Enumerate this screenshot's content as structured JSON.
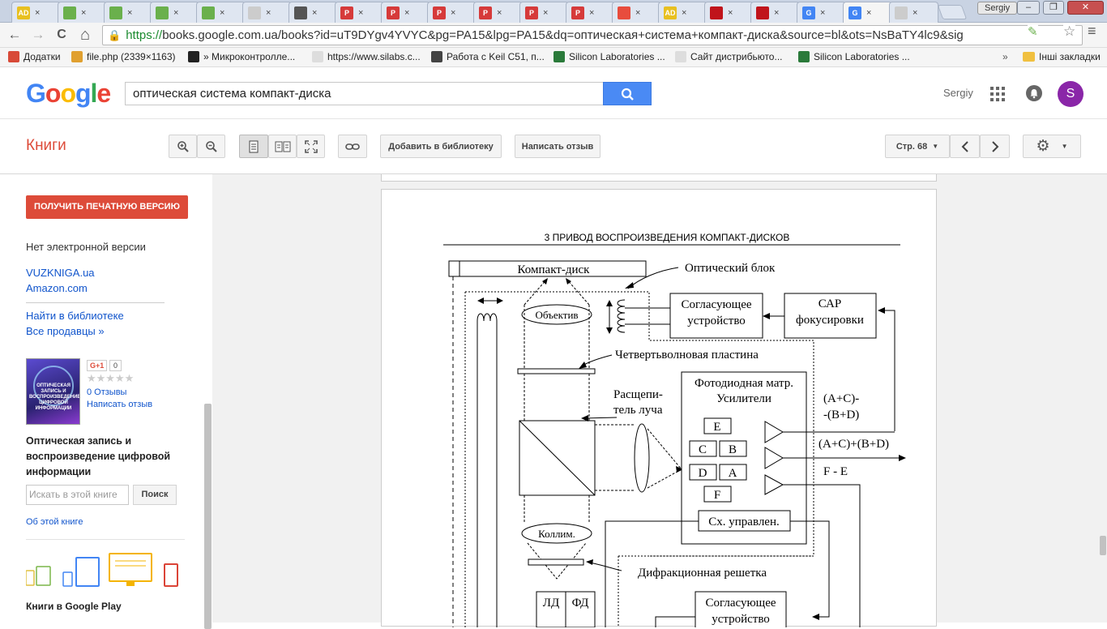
{
  "tabs": [
    {
      "icon": "ad-icon",
      "label": "AD",
      "color": "#e8c020"
    },
    {
      "icon": "document-green-icon",
      "label": "",
      "color": "#6ab04c"
    },
    {
      "icon": "document-green-icon",
      "label": "",
      "color": "#6ab04c"
    },
    {
      "icon": "document-green-icon",
      "label": "",
      "color": "#6ab04c"
    },
    {
      "icon": "document-green-icon",
      "label": "",
      "color": "#6ab04c"
    },
    {
      "icon": "blank-page-icon",
      "label": "",
      "color": "#cccccc"
    },
    {
      "icon": "gear-circle-icon",
      "label": "",
      "color": "#555555"
    },
    {
      "icon": "p-red-icon",
      "label": "P",
      "color": "#d63a3a"
    },
    {
      "icon": "p-red-icon",
      "label": "P",
      "color": "#d63a3a"
    },
    {
      "icon": "p-red-icon",
      "label": "P",
      "color": "#d63a3a"
    },
    {
      "icon": "p-red-icon",
      "label": "P",
      "color": "#d63a3a"
    },
    {
      "icon": "p-red-icon",
      "label": "P",
      "color": "#d63a3a"
    },
    {
      "icon": "p-red-icon",
      "label": "P",
      "color": "#d63a3a"
    },
    {
      "icon": "color-circle-icon",
      "label": "",
      "color": "#e84c3d"
    },
    {
      "icon": "ad-icon",
      "label": "AD",
      "color": "#e8c020"
    },
    {
      "icon": "red-dot-icon",
      "label": "",
      "color": "#c0141b"
    },
    {
      "icon": "red-dot-icon",
      "label": "",
      "color": "#c0141b"
    },
    {
      "icon": "google-g-icon",
      "label": "G",
      "color": "#4285f4"
    },
    {
      "icon": "google-g-icon",
      "label": "G",
      "color": "#4285f4",
      "active": true
    },
    {
      "icon": "blank-page-icon",
      "label": "",
      "color": "#cccccc"
    }
  ],
  "tab_close": "×",
  "profile_name": "Sergiy",
  "window_buttons": {
    "minimize": "–",
    "restore": "❐",
    "close": "✕"
  },
  "toolbar": {
    "back": "←",
    "forward": "→",
    "reload": "C",
    "home": "⌂",
    "url_scheme": "https://",
    "url_rest": "books.google.com.ua/books?id=uT9DYgv4YVYC&pg=PA15&lpg=PA15&dq=оптическая+система+компакт-диска&source=bl&ots=NsBaTY4lc9&sig",
    "star": "☆",
    "menu": "≡"
  },
  "bookmarks": [
    {
      "label": "Додатки",
      "icon": "apps-grid-icon",
      "color": "#d84a38"
    },
    {
      "label": "file.php (2339×1163)",
      "icon": "cat-icon",
      "color": "#e0a030"
    },
    {
      "label": "» Микроконтролле...",
      "icon": "ub-icon",
      "color": "#222222"
    },
    {
      "label": "https://www.silabs.c...",
      "icon": "blank-page-icon",
      "color": "#dddddd"
    },
    {
      "label": "Работа с Keil C51, п...",
      "icon": "keil-icon",
      "color": "#444444"
    },
    {
      "label": "Silicon Laboratories ...",
      "icon": "silabs-icon",
      "color": "#2a7a3a"
    },
    {
      "label": "Сайт дистрибьюто...",
      "icon": "blank-page-icon",
      "color": "#dddddd"
    },
    {
      "label": "Silicon Laboratories ...",
      "icon": "silabs-icon",
      "color": "#2a7a3a"
    }
  ],
  "bookmarks_more": "»",
  "other_bookmarks": "Інші закладки",
  "google": {
    "logo": [
      "G",
      "o",
      "o",
      "g",
      "l",
      "e"
    ],
    "logo_colors": [
      "#4285f4",
      "#ea4335",
      "#fbbc05",
      "#4285f4",
      "#34a853",
      "#ea4335"
    ],
    "query": "оптическая система компакт-диска",
    "user": "Sergiy",
    "avatar": "S"
  },
  "books_bar": {
    "title": "Книги",
    "add_library": "Добавить в библиотеку",
    "write_review": "Написать отзыв",
    "page": "Стр. 68"
  },
  "sidebar": {
    "get_print": "ПОЛУЧИТЬ ПЕЧАТНУЮ ВЕРСИЮ",
    "no_ebook": "Нет электронной версии",
    "seller1": "VUZKNIGA.ua",
    "seller2": "Amazon.com",
    "find_library": "Найти в библиотеке",
    "all_sellers": "Все продавцы »",
    "gplus": "G+1",
    "gplus_count": "0",
    "stars": "★★★★★",
    "reviews": "0 Отзывы",
    "write_review": "Написать отзыв",
    "book_title": "Оптическая запись и воспроизведение цифровой информации",
    "search_placeholder": "Искать в этой книге",
    "search_button": "Поиск",
    "about": "Об этой книге",
    "play": "Книги в Google Play",
    "cover_text": "ОПТИЧЕСКАЯ ЗАПИСЬ И ВОСПРОИЗВЕДЕНИЕ ЦИФРОВОЙ ИНФОРМАЦИИ"
  },
  "page": {
    "heading": "3 ПРИВОД ВОСПРОИЗВЕДЕНИЯ КОМПАКТ-ДИСКОВ",
    "labels": {
      "disc": "Компакт-диск",
      "optical_block": "Оптический  блок",
      "objective": "Объектив",
      "matching1a": "Согласующее",
      "matching1b": "устройство",
      "sar1": "САР",
      "sar2": "фокусировки",
      "quarter_wave": "Четвертьволновая пластина",
      "photo1": "Фотодиодная матр.",
      "photo2": "Усилители",
      "splitter1": "Расщепи-",
      "splitter2": "тель луча",
      "sig1a": "(A+C)-",
      "sig1b": "-(B+D)",
      "sig2": "(A+C)+(B+D)",
      "sig3": "F - E",
      "cell_e": "E",
      "cell_c": "C",
      "cell_b": "B",
      "cell_d": "D",
      "cell_a": "A",
      "cell_f": "F",
      "control": "Сх. управлен.",
      "collim": "Коллим.",
      "grating": "Дифракционная решетка",
      "ld": "ЛД",
      "fd": "ФД",
      "matching2a": "Согласующее",
      "matching2b": "устройство"
    }
  }
}
